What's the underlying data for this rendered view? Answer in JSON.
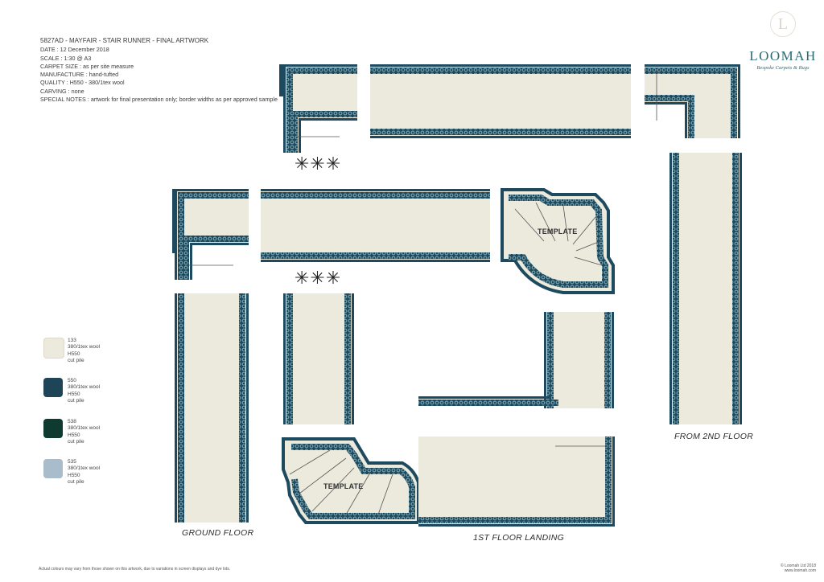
{
  "spec": {
    "title": "5827AD - MAYFAIR - STAIR RUNNER - FINAL ARTWORK",
    "date": "DATE : 12 December 2018",
    "scale": "SCALE : 1:30 @ A3",
    "carpet_size": "CARPET SIZE : as per site measure",
    "manufacture": "MANUFACTURE : hand-tufted",
    "quality": "QUALITY : H550 - 380/1tex wool",
    "carving": "CARVING : none",
    "special_notes": "SPECIAL NOTES : artwork for final presentation only; border widths as per approved sample"
  },
  "logo": {
    "monogram": "L",
    "name": "LOOMAH",
    "tagline": "Bespoke Carpets & Rugs"
  },
  "labels": {
    "ground_floor": "GROUND FLOOR",
    "first_floor_landing": "1ST FLOOR LANDING",
    "from_second_floor": "FROM 2ND FLOOR",
    "template_top": "TEMPLATE",
    "template_bottom": "TEMPLATE",
    "stars": "✳✳✳"
  },
  "colours": {
    "cream": "#ece9dd",
    "navy": "#1e4a5f",
    "pattern": "#8fb7c0",
    "swatch_133": "#ece9dd",
    "swatch_550": "#1d4457",
    "swatch_538": "#0e3a30",
    "swatch_535": "#a8bccb"
  },
  "swatches": [
    {
      "code": "133",
      "yarn": "380/1tex wool",
      "quality": "H550",
      "pile": "cut pile"
    },
    {
      "code": "550",
      "yarn": "380/1tex wool",
      "quality": "H550",
      "pile": "cut pile"
    },
    {
      "code": "538",
      "yarn": "380/1tex wool",
      "quality": "H550",
      "pile": "cut pile"
    },
    {
      "code": "535",
      "yarn": "380/1tex wool",
      "quality": "H550",
      "pile": "cut pile"
    }
  ],
  "footer": {
    "disclaimer": "Actual colours may vary from those shown on this artwork, due to variations in screen displays and dye lots.",
    "copyright": "© Loomah Ltd 2018",
    "website": "www.loomah.com"
  }
}
